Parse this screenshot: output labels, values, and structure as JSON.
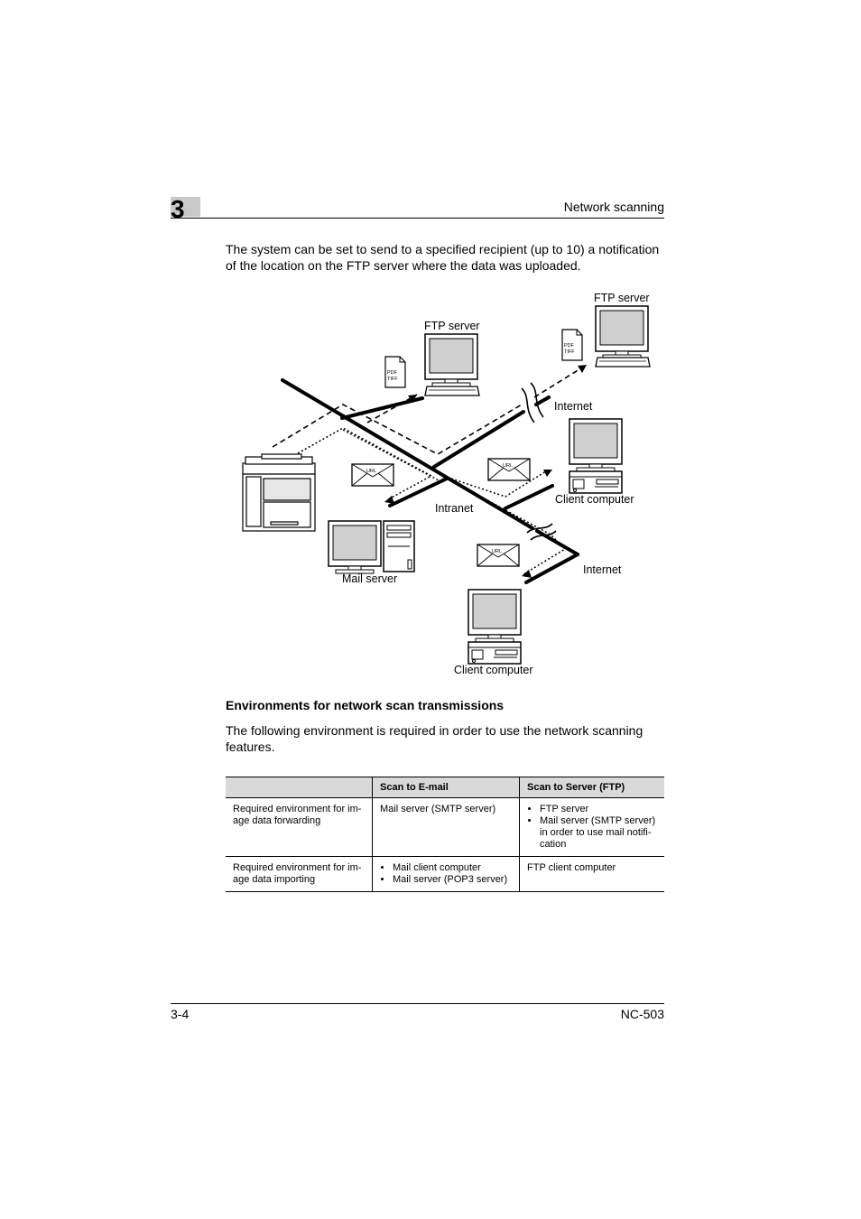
{
  "header": {
    "chapter_number": "3",
    "title": "Network scanning"
  },
  "intro": "The system can be set to send to a specified recipient (up to 10) a notification of the location on the FTP server where the data was uploaded.",
  "diagram": {
    "labels": {
      "ftp_server_1": "FTP server",
      "ftp_server_2": "FTP server",
      "internet_1": "Internet",
      "client_1": "Client computer",
      "intranet": "Intranet",
      "internet_2": "Internet",
      "mail_server": "Mail server",
      "client_2": "Client computer"
    },
    "doc_text": [
      "PDF",
      "TIFF"
    ],
    "envelope_text": "URL"
  },
  "section_title": "Environments for network scan transmissions",
  "section_body": "The following environment is required in order to use the network scanning features.",
  "table": {
    "headers": [
      "",
      "Scan to E-mail",
      "Scan to Server (FTP)"
    ],
    "rows": [
      {
        "label": "Required environment for im-age data forwarding",
        "email": "Mail server (SMTP server)",
        "ftp": [
          "FTP server",
          "Mail server (SMTP server) in order to use mail notifi-cation"
        ]
      },
      {
        "label": "Required environment for im-age data importing",
        "email": [
          "Mail client computer",
          "Mail server (POP3 server)"
        ],
        "ftp": "FTP client computer"
      }
    ]
  },
  "footer": {
    "page": "3-4",
    "model": "NC-503"
  }
}
